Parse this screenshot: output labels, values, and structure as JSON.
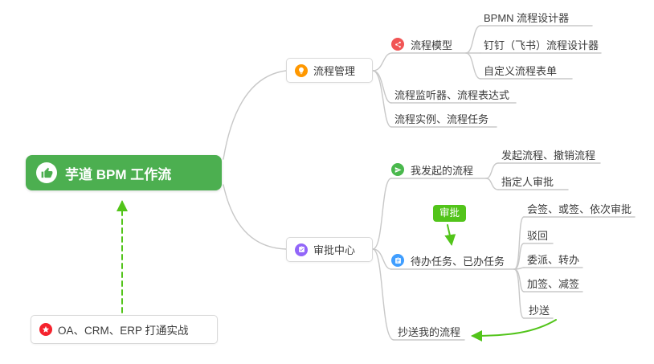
{
  "colors": {
    "root_bg": "#4caf50",
    "line_gray": "#c8c8c8",
    "arrow_green": "#52c41a",
    "icon_orange": "#ff9800",
    "icon_red": "#f15555",
    "icon_green": "#49b84c",
    "icon_blue": "#409eff",
    "icon_purple": "#9266f9",
    "icon_star_red": "#f5222d"
  },
  "root": {
    "label": "芋道 BPM 工作流"
  },
  "process_management": {
    "label": "流程管理"
  },
  "process_model": {
    "label": "流程模型"
  },
  "process_model_children": [
    "BPMN 流程设计器",
    "钉钉（飞书）流程设计器",
    "自定义流程表单"
  ],
  "listener": {
    "label": "流程监听器、流程表达式"
  },
  "instance": {
    "label": "流程实例、流程任务"
  },
  "approval_center": {
    "label": "审批中心"
  },
  "my_initiated": {
    "label": "我发起的流程"
  },
  "my_initiated_children": [
    "发起流程、撤销流程",
    "指定人审批"
  ],
  "approval_badge": {
    "label": "审批"
  },
  "todo": {
    "label": "待办任务、已办任务"
  },
  "todo_children": [
    "会签、或签、依次审批",
    "驳回",
    "委派、转办",
    "加签、减签",
    "抄送"
  ],
  "cc_my": {
    "label": "抄送我的流程"
  },
  "oa_practice": {
    "label": "OA、CRM、ERP 打通实战"
  }
}
